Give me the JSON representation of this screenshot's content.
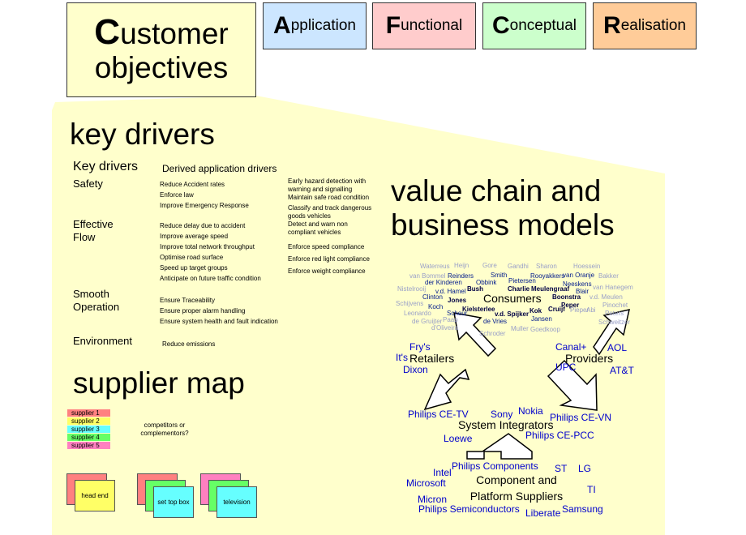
{
  "tabs": {
    "customer": {
      "cap": "C",
      "rest": "ustomer",
      "line2": "objectives"
    },
    "application": {
      "cap": "A",
      "rest": "pplication"
    },
    "functional": {
      "cap": "F",
      "rest": "unctional"
    },
    "conceptual": {
      "cap": "C",
      "rest": "onceptual"
    },
    "realisation": {
      "cap": "R",
      "rest": "ealisation"
    }
  },
  "colors": {
    "customer": "#ffffcc",
    "application": "#cce6ff",
    "functional": "#ffcccc",
    "conceptual": "#ccffcc",
    "realisation": "#ffcc99",
    "panel": "#ffffcc"
  },
  "key_drivers": {
    "title": "key drivers",
    "col1_header": "Key drivers",
    "col2_header": "Derived application drivers",
    "groups": [
      {
        "driver": "Safety",
        "items": [
          "Reduce Accident rates",
          "Enforce law",
          "Improve Emergency Response"
        ]
      },
      {
        "driver": "Effective Flow",
        "items": [
          "Reduce delay due to accident",
          "Improve average speed",
          "Improve total network throughput",
          "Optimise road surface",
          "Speed up target groups",
          "Anticipate on future traffic condition"
        ]
      },
      {
        "driver": "Smooth Operation",
        "items": [
          "Ensure Traceability",
          "Ensure proper alarm handling",
          "Ensure system health and fault indication"
        ]
      },
      {
        "driver": "Environment",
        "items": [
          "Reduce emissions"
        ]
      }
    ],
    "right_items": [
      "Early hazard detection with warning and signalling",
      "Maintain safe road condition",
      "Classify and track dangerous goods vehicles",
      "Detect and warn non compliant vehicles",
      "Enforce speed compliance",
      "Enforce red light compliance",
      "Enforce weight compliance"
    ]
  },
  "supplier_map": {
    "title": "supplier map",
    "legend": [
      "supplier 1",
      "supplier 2",
      "supplier 3",
      "supplier 4",
      "supplier 5"
    ],
    "legend_colors": [
      "#ff8080",
      "#ffff66",
      "#66ffff",
      "#66ff66",
      "#ff80c0"
    ],
    "question": "competitors or complementors?",
    "cards": [
      "head end",
      "set top box",
      "television"
    ]
  },
  "value_chain": {
    "title": "value chain and business models",
    "nodes": {
      "consumers": "Consumers",
      "retailers": "Retailers",
      "providers": "Providers",
      "integrators": "System Integrators",
      "component": "Component and Platform Suppliers"
    },
    "consumer_names": [
      "Waterreus",
      "Heijn",
      "Gore",
      "Gandhi",
      "Sharon",
      "Hoessein",
      "van Bommel",
      "Reinders",
      "Smith",
      "Rooyakkers",
      "van Oranje",
      "Bakker",
      "der Kinderen",
      "Obbink",
      "Pietersen",
      "Neeskens",
      "Nistelrooij",
      "v.d. Hamel",
      "Bush",
      "Charlie",
      "Meulengraaf",
      "Blair",
      "van Hanegem",
      "Clinton",
      "Jones",
      "Boonstra",
      "v.d. Meulen",
      "Schijvens",
      "Koch",
      "Kielsterlee",
      "Peper",
      "Pinochet",
      "Leonardo",
      "Scheur",
      "v.d. Spijker",
      "Kok",
      "Cruijf",
      "Pieper",
      "Abi",
      "Peters",
      "de Gruijter",
      "Paap",
      "de Vries",
      "Jansen",
      "Schweitzer",
      "d'Oliveira",
      "Schroder",
      "Muller",
      "Goedkoop"
    ],
    "retailers": [
      "Fry's",
      "It's",
      "Dixon"
    ],
    "providers": [
      "Canal+",
      "AOL",
      "UPC",
      "AT&T"
    ],
    "integrators": [
      "Philips CE-TV",
      "Sony",
      "Nokia",
      "Philips CE-VN",
      "Loewe",
      "Philips CE-PCC"
    ],
    "components": [
      "Philips Components",
      "Intel",
      "Microsoft",
      "ST",
      "LG",
      "TI",
      "Micron",
      "Philips Semiconductors",
      "Liberate",
      "Samsung"
    ]
  }
}
